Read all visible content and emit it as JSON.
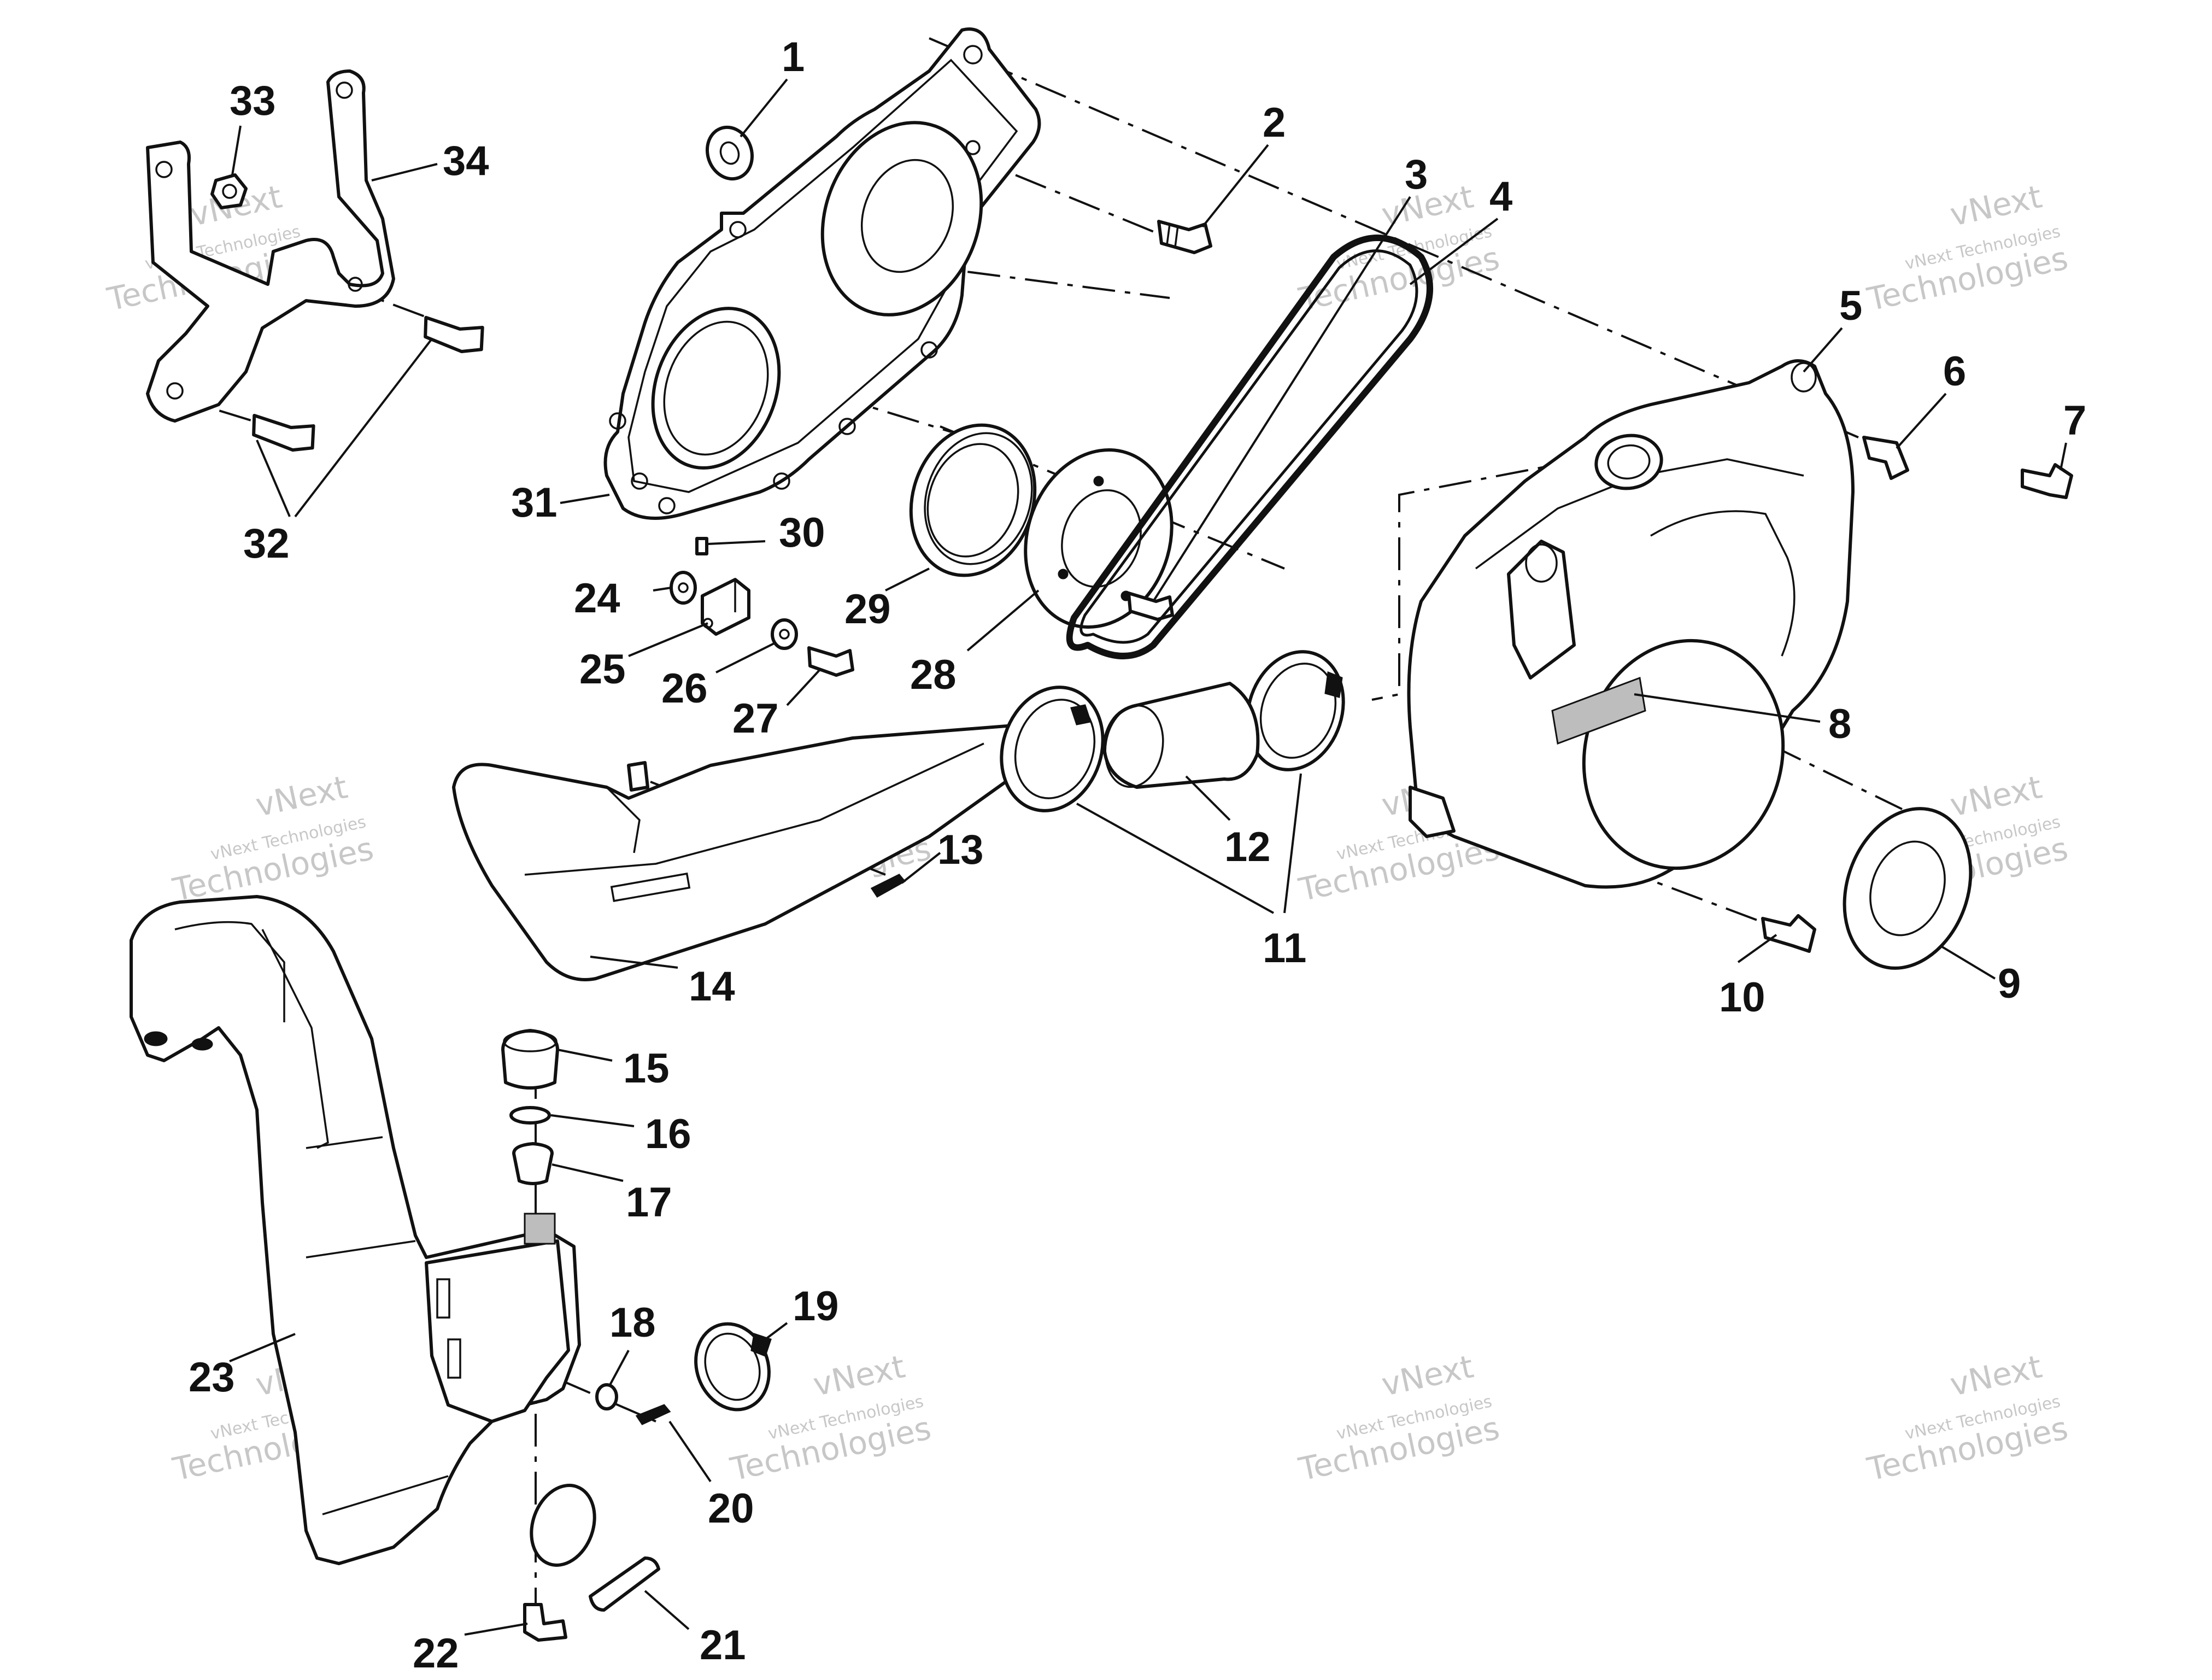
{
  "callouts": [
    {
      "id": "1",
      "text": "1"
    },
    {
      "id": "2",
      "text": "2"
    },
    {
      "id": "3",
      "text": "3"
    },
    {
      "id": "4",
      "text": "4"
    },
    {
      "id": "5",
      "text": "5"
    },
    {
      "id": "6",
      "text": "6"
    },
    {
      "id": "7",
      "text": "7"
    },
    {
      "id": "8",
      "text": "8"
    },
    {
      "id": "9",
      "text": "9"
    },
    {
      "id": "10",
      "text": "10"
    },
    {
      "id": "11",
      "text": "11"
    },
    {
      "id": "12",
      "text": "12"
    },
    {
      "id": "13",
      "text": "13"
    },
    {
      "id": "14",
      "text": "14"
    },
    {
      "id": "15",
      "text": "15"
    },
    {
      "id": "16",
      "text": "16"
    },
    {
      "id": "17",
      "text": "17"
    },
    {
      "id": "18",
      "text": "18"
    },
    {
      "id": "19",
      "text": "19"
    },
    {
      "id": "20",
      "text": "20"
    },
    {
      "id": "21",
      "text": "21"
    },
    {
      "id": "22",
      "text": "22"
    },
    {
      "id": "23",
      "text": "23"
    },
    {
      "id": "24",
      "text": "24"
    },
    {
      "id": "25",
      "text": "25"
    },
    {
      "id": "26",
      "text": "26"
    },
    {
      "id": "27",
      "text": "27"
    },
    {
      "id": "28",
      "text": "28"
    },
    {
      "id": "29",
      "text": "29"
    },
    {
      "id": "30",
      "text": "30"
    },
    {
      "id": "31",
      "text": "31"
    },
    {
      "id": "32",
      "text": "32"
    },
    {
      "id": "33",
      "text": "33"
    },
    {
      "id": "34",
      "text": "34"
    }
  ],
  "watermark": {
    "line1": "vNext",
    "line2": "vNext Technologies",
    "line3": "Technologies"
  },
  "colors": {
    "ink": "#111111",
    "watermark": "#9a9a9a",
    "background": "#ffffff"
  }
}
